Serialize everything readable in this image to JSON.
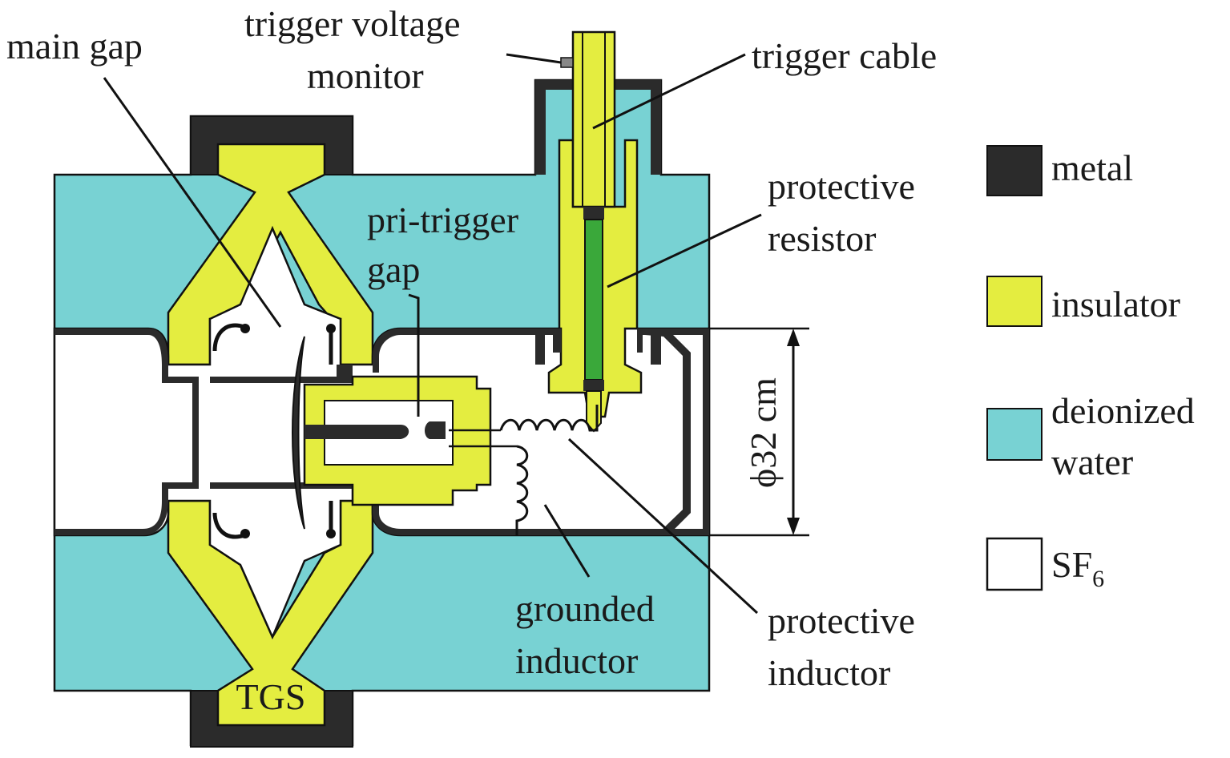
{
  "labels": {
    "main_gap": "main gap",
    "trigger_voltage_monitor": [
      "trigger voltage",
      "monitor"
    ],
    "trigger_cable": "trigger cable",
    "protective_resistor": [
      "protective",
      "resistor"
    ],
    "pri_trigger_gap": [
      "pri-trigger",
      "gap"
    ],
    "dimension": "ϕ32 cm",
    "grounded_inductor": [
      "grounded",
      "inductor"
    ],
    "protective_inductor": [
      "protective",
      "inductor"
    ],
    "tgs": "TGS"
  },
  "legend": [
    {
      "label": "metal",
      "color": "#2b2b2b"
    },
    {
      "label": "insulator",
      "color": "#e4ed40"
    },
    {
      "label": "deionized water",
      "lines": [
        "deionized",
        "water"
      ],
      "color": "#78d2d3"
    },
    {
      "label": "SF6",
      "base": "SF",
      "subscript": "6",
      "color": "#ffffff"
    }
  ],
  "colors": {
    "metal": "#2b2b2b",
    "insulator": "#e4ed40",
    "water": "#78d2d3",
    "sf6": "#ffffff",
    "resistor": "#3aa83a",
    "outline": "#111111"
  }
}
